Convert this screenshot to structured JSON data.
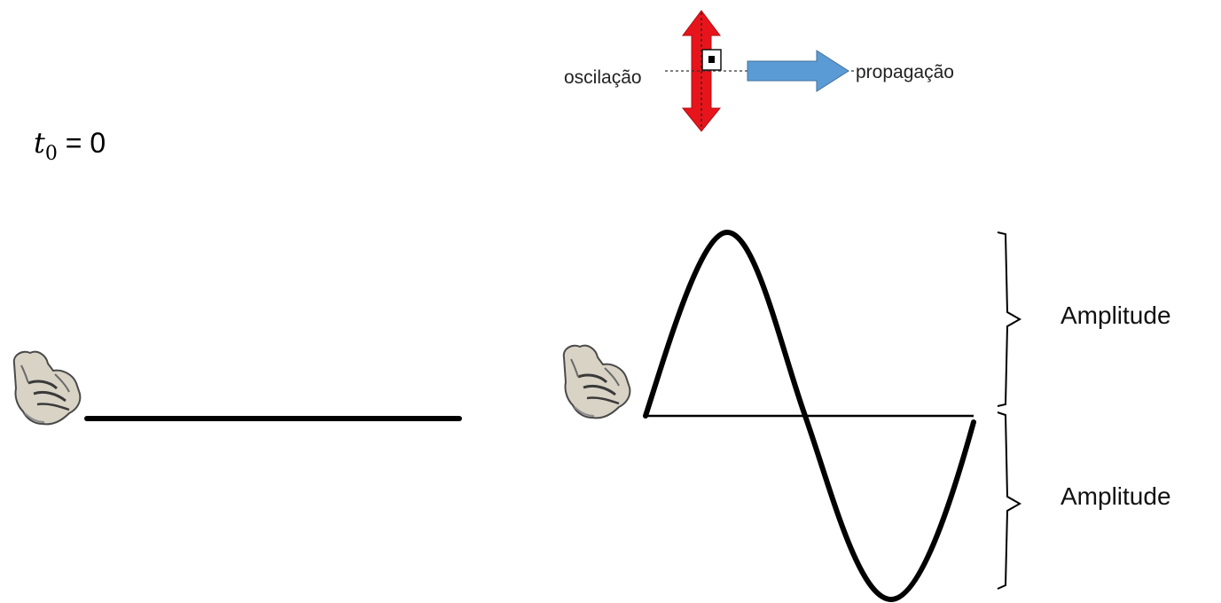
{
  "legend": {
    "oscillation_label": "oscilação",
    "propagation_label": "propagação",
    "oscillation_color": "#e8141b",
    "propagation_color": "#5b9bd5"
  },
  "time": {
    "symbol": "t",
    "subscript": "0",
    "value": "= 0"
  },
  "wave": {
    "amplitude_labels": [
      "Amplitude",
      "Amplitude"
    ],
    "cycles_shown": 1
  }
}
